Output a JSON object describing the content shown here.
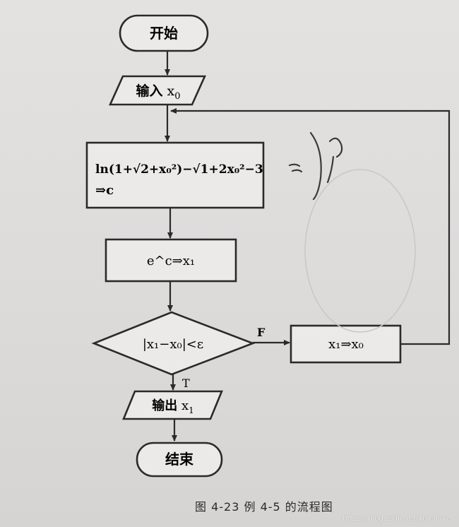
{
  "nodes": {
    "start": "开始",
    "input_prefix": "输入",
    "compute_c_line1": "ln(1+√2+x₀²)−√1+2x₀²−3",
    "compute_c_line2": "⇒c",
    "exp_step": "e^c⇒x₁",
    "decision": "|x₁−x₀|<ε",
    "update": "x₁⇒x₀",
    "output_prefix": "输出",
    "end": "结束"
  },
  "edge_labels": {
    "false_branch": "F",
    "true_branch": "T"
  },
  "caption": "图 4-23   例 4-5 的流程图",
  "watermark": "https://blog.csdn.net/xunalove"
}
